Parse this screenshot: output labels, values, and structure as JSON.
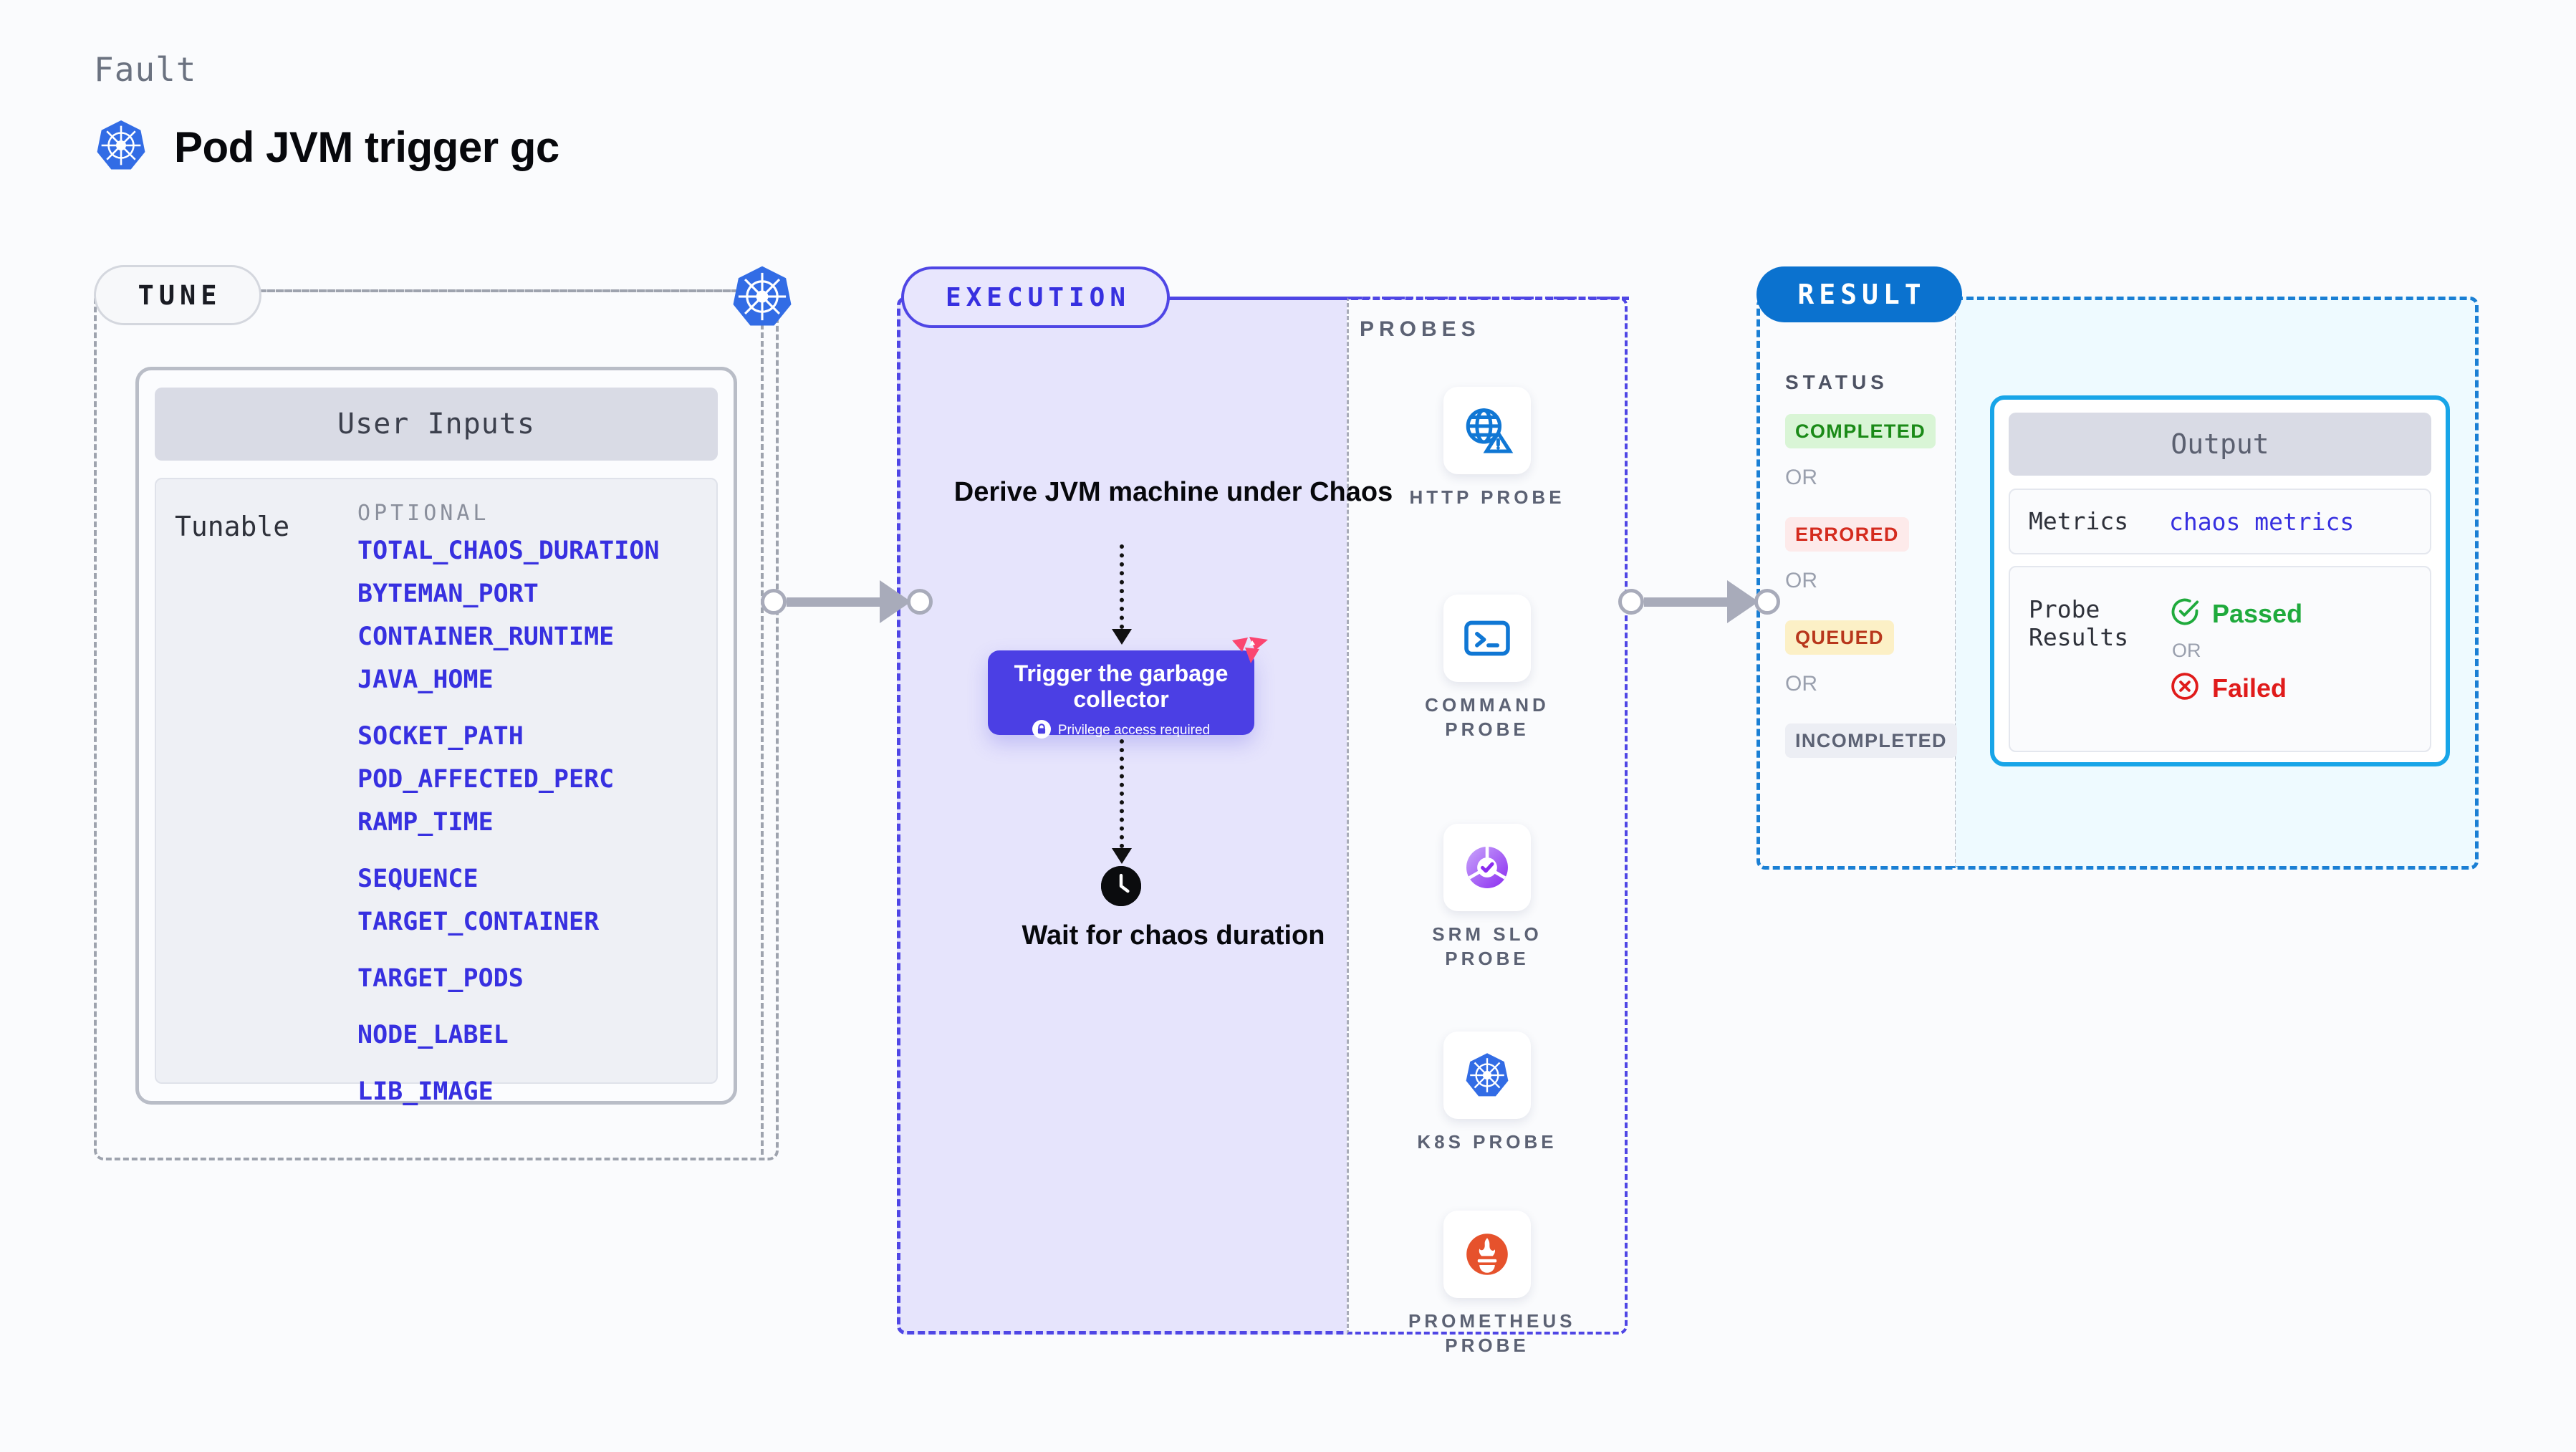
{
  "header": {
    "eyebrow": "Fault",
    "title": "Pod JVM trigger gc",
    "icon": "kubernetes-icon"
  },
  "tune": {
    "badge": "TUNE",
    "node_icon": "kubernetes-icon",
    "card_title": "User Inputs",
    "tunable_label": "Tunable",
    "optional_label": "OPTIONAL",
    "tunables": [
      "TOTAL_CHAOS_DURATION",
      "BYTEMAN_PORT",
      "CONTAINER_RUNTIME",
      "JAVA_HOME",
      "SOCKET_PATH",
      "POD_AFFECTED_PERC",
      "RAMP_TIME",
      "SEQUENCE",
      "TARGET_CONTAINER",
      "TARGET_PODS",
      "NODE_LABEL",
      "LIB_IMAGE"
    ]
  },
  "execution": {
    "badge": "EXECUTION",
    "step_derive": "Derive JVM machine under Chaos",
    "gc_card": {
      "title": "Trigger the garbage collector",
      "privilege_note": "Privilege access required",
      "lock_icon": "lock-icon",
      "corner_icon": "litmus-logo-icon"
    },
    "step_wait": "Wait for chaos duration",
    "clock_icon": "clock-icon"
  },
  "probes": {
    "title": "PROBES",
    "items": [
      {
        "name": "HTTP PROBE",
        "icon": "globe-warning-icon"
      },
      {
        "name": "COMMAND PROBE",
        "icon": "terminal-icon"
      },
      {
        "name": "SRM SLO PROBE",
        "icon": "srm-slo-icon"
      },
      {
        "name": "K8S PROBE",
        "icon": "kubernetes-icon"
      },
      {
        "name": "PROMETHEUS PROBE",
        "icon": "prometheus-icon"
      }
    ]
  },
  "result": {
    "badge": "RESULT",
    "status_title": "STATUS",
    "or_label": "OR",
    "statuses": [
      {
        "label": "COMPLETED",
        "bg": "#d9f5d6",
        "fg": "#1a8a17"
      },
      {
        "label": "ERRORED",
        "bg": "#fdeaea",
        "fg": "#d42b1e"
      },
      {
        "label": "QUEUED",
        "bg": "#fcf0c6",
        "fg": "#b8371c"
      },
      {
        "label": "INCOMPLETED",
        "bg": "#eceef4",
        "fg": "#5c6274"
      }
    ],
    "output": {
      "title": "Output",
      "metrics_key": "Metrics",
      "metrics_value": "chaos metrics",
      "probe_results_key": "Probe Results",
      "passed_label": "Passed",
      "passed_icon": "check-circle-icon",
      "failed_label": "Failed",
      "failed_icon": "x-circle-icon",
      "or_label": "OR"
    }
  },
  "colors": {
    "accent_indigo": "#4f46e5",
    "accent_blue": "#1a7fd4",
    "k8s_blue": "#326ce5",
    "pass_green": "#1faa3c",
    "fail_red": "#e01b1b",
    "exec_bg": "#e6e4fc",
    "result_bg": "#eefaff"
  }
}
